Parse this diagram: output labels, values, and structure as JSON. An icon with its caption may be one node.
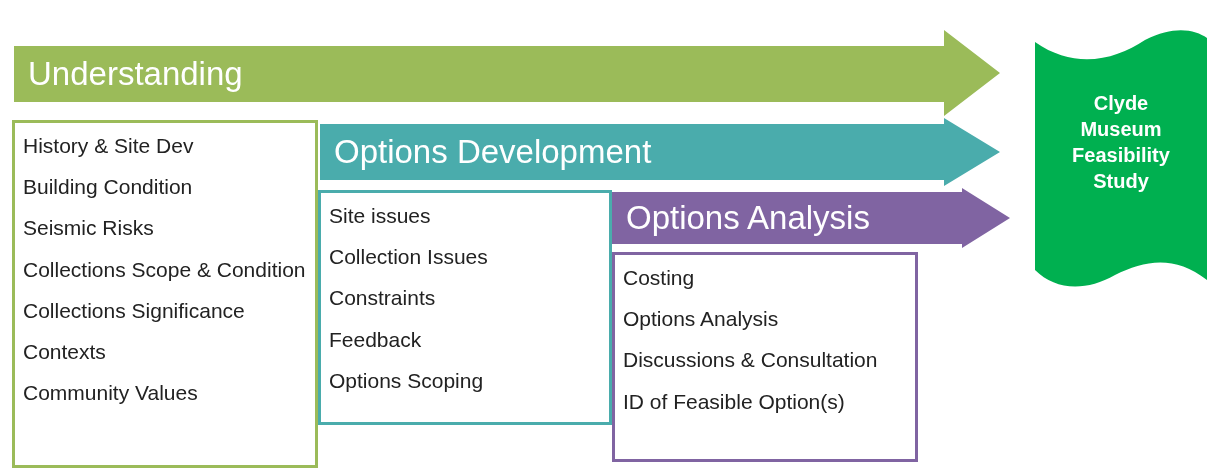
{
  "diagram": {
    "nodes": [
      {
        "text": [
          "Understanding"
        ]
      },
      {
        "text": [
          "History & Site Dev",
          "Building Condition",
          "Seismic Risks",
          "Collections Scope & Condition",
          "Collections Significance",
          "Contexts",
          "Community Values"
        ]
      },
      {
        "text": [
          "Options Development"
        ]
      },
      {
        "text": [
          "Site issues",
          "Collection Issues",
          "Constraints",
          "Feedback",
          "Options Scoping"
        ]
      },
      {
        "text": [
          "Options Analysis"
        ]
      },
      {
        "text": [
          "Costing",
          "Options Analysis",
          "Discussions & Consultation",
          "ID of Feasible Option(s)"
        ]
      },
      {
        "text": [
          "Clyde Museum Feasibility Study"
        ]
      }
    ]
  }
}
